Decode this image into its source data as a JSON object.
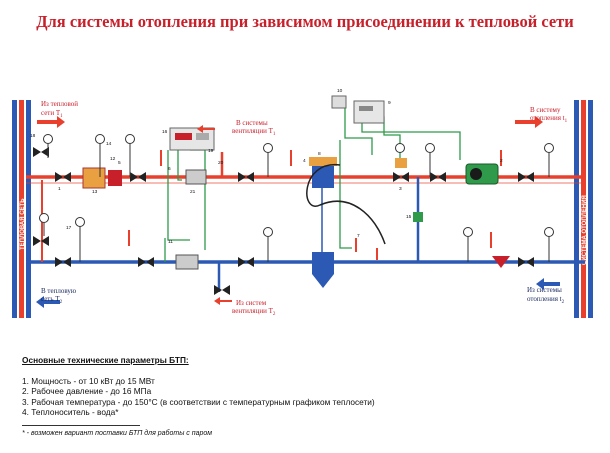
{
  "title": "Для системы отопления при зависимом присоединении к тепловой сети",
  "labels": {
    "supply_in_1": "Из тепловой",
    "supply_in_2": "сети T",
    "supply_in_sub": "1",
    "return_out_1": "В тепловую",
    "return_out_2": "сеть T",
    "return_out_sub": "2",
    "heat_out_1": "В систему",
    "heat_out_2": "отопления t",
    "heat_out_sub": "1",
    "heat_in_1": "Из системы",
    "heat_in_2": "отопления t",
    "heat_in_sub": "2",
    "vent_top_1": "В системы",
    "vent_top_2": "вентиляции T",
    "vent_top_sub": "1",
    "vent_bot_1": "Из систем",
    "vent_bot_2": "вентиляции T",
    "vent_bot_sub": "2",
    "left_strip": "ТЕПЛОВАЯ СЕТЬ",
    "right_strip": "СИСТЕМА ОТОПЛЕНИЯ"
  },
  "callouts": [
    "1",
    "2",
    "3",
    "4",
    "5",
    "6",
    "7",
    "8",
    "9",
    "10",
    "11",
    "12",
    "13",
    "14",
    "15",
    "16",
    "17",
    "18",
    "19",
    "20",
    "21"
  ],
  "params": {
    "heading": "Основные технические параметры БТП:",
    "items": [
      "1. Мощность - от 10 кВт до 15 МВт",
      "2. Рабочее давление - до 16 МПа",
      "3. Рабочая температура - до 150°С (в соответствии с температурным графиком теплосети)",
      "4. Теплоноситель - вода*"
    ]
  },
  "footnote": "* - возможен вариант поставки БТП для работы с паром",
  "colors": {
    "supply": "#e8402c",
    "return": "#2c59b3",
    "control": "#2e9a4a",
    "title": "#c8202a"
  }
}
